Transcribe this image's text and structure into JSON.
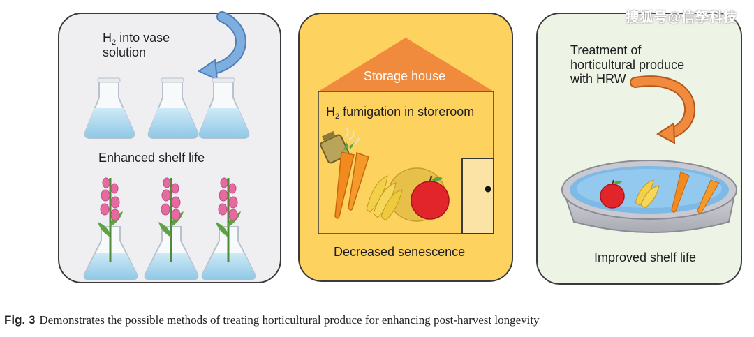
{
  "watermark": "搜狐号@信孥科技",
  "panel1": {
    "h2_prefix": "H",
    "h2_sub": "2",
    "title_rest": " into vase",
    "title_line2": "solution",
    "mid_label": "Enhanced shelf life"
  },
  "panel2": {
    "roof_label": "Storage house",
    "h2_prefix": "H",
    "h2_sub": "2",
    "title_rest": " fumigation in storeroom",
    "bottom_label": "Decreased senescence"
  },
  "panel3": {
    "title_line1": "Treatment of",
    "title_line2": "horticultural produce",
    "title_line3": "with HRW",
    "bottom_label": "Improved shelf life"
  },
  "caption": {
    "figure_label": "Fig. 3",
    "text": "Demonstrates the possible methods of treating horticultural produce for enhancing post-harvest longevity"
  },
  "colors": {
    "panel1_bg": "#efeff1",
    "panel2_bg": "#fdd25f",
    "panel3_bg": "#edf3e5",
    "roof": "#f08a3c",
    "arrow_blue": "#6f9fd6",
    "arrow_orange": "#f08a3c",
    "water": "#9fd3ec"
  }
}
